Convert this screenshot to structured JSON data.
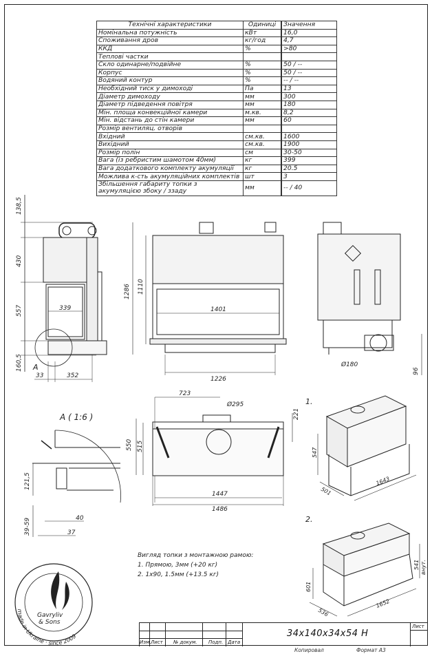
{
  "spec_table": {
    "headers": {
      "name": "Технічні характеристики",
      "unit": "Одиниці",
      "value": "Значення"
    },
    "rows": [
      {
        "name": "Номінальна потужність",
        "unit": "кВт",
        "value": "16,0"
      },
      {
        "name": "Споживання дров",
        "unit": "кг/год",
        "value": "4,7"
      },
      {
        "name": "ККД",
        "unit": "%",
        "value": ">80"
      },
      {
        "name": "Теплові частки",
        "unit": "",
        "value": ""
      },
      {
        "name": "Скло одинарне/подвійне",
        "unit": "%",
        "value": "50 / --"
      },
      {
        "name": "Корпус",
        "unit": "%",
        "value": "50 / --"
      },
      {
        "name": "Водяний контур",
        "unit": "%",
        "value": "-- / --"
      },
      {
        "name": "Необхідний тиск у димоході",
        "unit": "Па",
        "value": "13"
      },
      {
        "name": "Діаметр димоходу",
        "unit": "мм",
        "value": "300"
      },
      {
        "name": "Діаметр підведення повітря",
        "unit": "мм",
        "value": "180"
      },
      {
        "name": "Мін. площа конвекційної камери",
        "unit": "м.кв.",
        "value": "8,2"
      },
      {
        "name": "Мін. відстань до стін камери",
        "unit": "мм",
        "value": "60"
      },
      {
        "name": "Розмір вентиляц. отворів",
        "unit": "",
        "value": ""
      },
      {
        "name": "Вхідний",
        "unit": "см.кв.",
        "value": "1600"
      },
      {
        "name": "Вихідний",
        "unit": "см.кв.",
        "value": "1900"
      },
      {
        "name": "Розмір полін",
        "unit": "см",
        "value": "30-50"
      },
      {
        "name": "Вага (із ребристим шамотом 40мм)",
        "unit": "кг",
        "value": "399"
      },
      {
        "name": "Вага додаткового комплекту акумуляції",
        "unit": "кг",
        "value": "20.5"
      },
      {
        "name": "Можлива к-сть акумуляційних комплектів",
        "unit": "шт",
        "value": "3"
      },
      {
        "name": "Збільшення габариту топки з акумуляцією збоку / ззаду",
        "unit": "мм",
        "value": "-- / 40"
      }
    ]
  },
  "side_view": {
    "dim_top": "138,5",
    "dim_upper": "430",
    "dim_middle": "557",
    "dim_bottom": "160,5",
    "dim_glass": "339",
    "dim_left": "33",
    "dim_depth": "352",
    "detail_marker": "A"
  },
  "front_view": {
    "dim_height": "1286",
    "dim_inner_height": "1110",
    "dim_glass_width": "1401",
    "dim_base_width": "1226"
  },
  "right_view": {
    "dim_air_inlet": "Ø180",
    "dim_inlet_height": "96"
  },
  "plan_view": {
    "dim_flue_offset": "723",
    "dim_flue_diameter": "Ø295",
    "dim_flue_depth": "221",
    "dim_depth": "550",
    "dim_inner_depth": "515",
    "dim_inner_width": "1447",
    "dim_width": "1486"
  },
  "detail_a": {
    "title": "A ( 1:6 )",
    "dim_height": "121,5",
    "dim_legs": "39-59",
    "dim_a": "40",
    "dim_b": "37"
  },
  "iso_1": {
    "number": "1.",
    "dim_height": "547",
    "dim_depth": "501",
    "dim_width": "1643"
  },
  "iso_2": {
    "number": "2.",
    "dim_height": "601",
    "dim_depth": "536",
    "dim_width": "1652",
    "dim_inner": "541",
    "dim_inner_label": "внут."
  },
  "caption": {
    "title": "Вигляд топки з монтажною рамою:",
    "line1": "1. Прямою, 3мм (+20 кг)",
    "line2": "2. 1x90, 1.5мм (+13.5 кг)"
  },
  "logo": {
    "brand": "Gavryliv & Sons",
    "ring_text": "made in Ukraine · since 2009"
  },
  "title_block": {
    "model": "34x140x34x54 H",
    "col_change": "Изм.",
    "col_sheet": "Лист",
    "col_doc": "№ докум.",
    "col_sign": "Подп.",
    "col_date": "Дата",
    "sheet_label": "Лист",
    "copied": "Копировал",
    "format": "Формат А3"
  }
}
